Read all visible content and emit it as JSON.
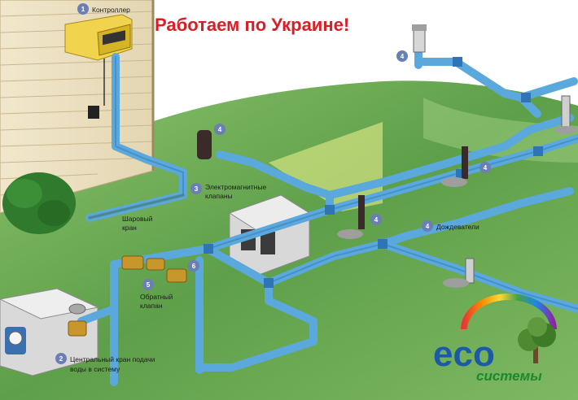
{
  "headline": "Работаем по Украине!",
  "callouts": [
    {
      "number": "1",
      "text": "Контроллер"
    },
    {
      "number": "2",
      "text_lines": [
        "Центральный кран подачи",
        "воды в систему"
      ]
    },
    {
      "number": "3",
      "text_lines": [
        "Электромагнитные",
        "клапаны"
      ]
    },
    {
      "number": "4",
      "text": "Дождеватели"
    },
    {
      "number": "5",
      "text_lines": [
        "Обратный",
        "клапан"
      ]
    },
    {
      "number": "6",
      "text": ""
    }
  ],
  "ball_valve_label": [
    "Шаровый",
    "кран"
  ],
  "extra_badges": [
    "4",
    "4",
    "4",
    "4",
    "6"
  ],
  "logo": {
    "main": "eco",
    "sub": "системы"
  },
  "colors": {
    "pipe": "#5aa8dc",
    "pipe_dark": "#2f74b5",
    "lawn": "#6fae57",
    "badge": "#6a7fb3",
    "headline": "#d81f26"
  }
}
